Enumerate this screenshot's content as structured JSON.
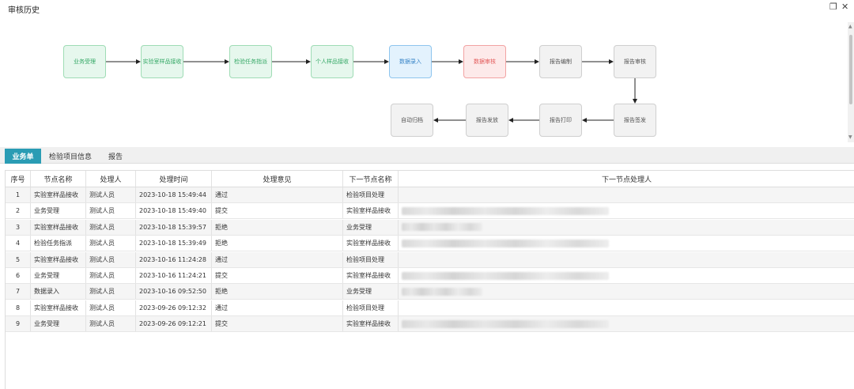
{
  "window": {
    "title": "审核历史",
    "restore_icon": "restore-icon",
    "close_icon": "close-icon"
  },
  "flow": {
    "nodes": [
      {
        "id": "n1",
        "label": "业务受理",
        "status": "done"
      },
      {
        "id": "n2",
        "label": "实验室样品接收",
        "status": "done"
      },
      {
        "id": "n3",
        "label": "检验任务指派",
        "status": "done"
      },
      {
        "id": "n4",
        "label": "个人样品接收",
        "status": "done"
      },
      {
        "id": "n5",
        "label": "数据录入",
        "status": "current"
      },
      {
        "id": "n6",
        "label": "数据审核",
        "status": "rejected"
      },
      {
        "id": "n7",
        "label": "报告编制",
        "status": "pending"
      },
      {
        "id": "n8",
        "label": "报告审核",
        "status": "pending"
      },
      {
        "id": "n9",
        "label": "报告签发",
        "status": "pending"
      },
      {
        "id": "n10",
        "label": "报告打印",
        "status": "pending"
      },
      {
        "id": "n11",
        "label": "报告发放",
        "status": "pending"
      },
      {
        "id": "n12",
        "label": "自动归档",
        "status": "pending"
      }
    ],
    "colors": {
      "done": "#35a866",
      "current": "#3a86c8",
      "rejected": "#e35b5b",
      "pending": "#555555"
    }
  },
  "tabs": [
    {
      "label": "业务单",
      "active": true
    },
    {
      "label": "检验项目信息",
      "active": false
    },
    {
      "label": "报告",
      "active": false
    }
  ],
  "table": {
    "columns": [
      "序号",
      "节点名称",
      "处理人",
      "处理时间",
      "处理意见",
      "下一节点名称",
      "下一节点处理人"
    ],
    "rows": [
      {
        "idx": "1",
        "node": "实验室样品接收",
        "handler": "测试人员",
        "time": "2023-10-18 15:49:44",
        "opinion": "通过",
        "next": "检验项目处理",
        "next_handler_hidden": false
      },
      {
        "idx": "2",
        "node": "业务受理",
        "handler": "测试人员",
        "time": "2023-10-18 15:49:40",
        "opinion": "提交",
        "next": "实验室样品接收",
        "next_handler_hidden": true
      },
      {
        "idx": "3",
        "node": "实验室样品接收",
        "handler": "测试人员",
        "time": "2023-10-18 15:39:57",
        "opinion": "拒绝",
        "next": "业务受理",
        "next_handler_hidden": true
      },
      {
        "idx": "4",
        "node": "检验任务指派",
        "handler": "测试人员",
        "time": "2023-10-18 15:39:49",
        "opinion": "拒绝",
        "next": "实验室样品接收",
        "next_handler_hidden": true
      },
      {
        "idx": "5",
        "node": "实验室样品接收",
        "handler": "测试人员",
        "time": "2023-10-16 11:24:28",
        "opinion": "通过",
        "next": "检验项目处理",
        "next_handler_hidden": false
      },
      {
        "idx": "6",
        "node": "业务受理",
        "handler": "测试人员",
        "time": "2023-10-16 11:24:21",
        "opinion": "提交",
        "next": "实验室样品接收",
        "next_handler_hidden": true
      },
      {
        "idx": "7",
        "node": "数据录入",
        "handler": "测试人员",
        "time": "2023-10-16 09:52:50",
        "opinion": "拒绝",
        "next": "业务受理",
        "next_handler_hidden": true
      },
      {
        "idx": "8",
        "node": "实验室样品接收",
        "handler": "测试人员",
        "time": "2023-09-26 09:12:32",
        "opinion": "通过",
        "next": "检验项目处理",
        "next_handler_hidden": false
      },
      {
        "idx": "9",
        "node": "业务受理",
        "handler": "测试人员",
        "time": "2023-09-26 09:12:21",
        "opinion": "提交",
        "next": "实验室样品接收",
        "next_handler_hidden": true
      }
    ]
  }
}
